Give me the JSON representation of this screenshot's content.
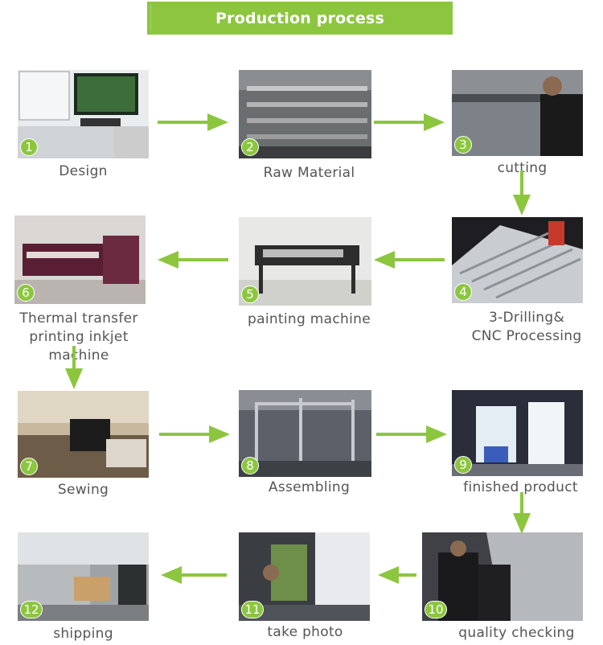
{
  "title": "Production process",
  "steps": [
    {
      "num": "1",
      "label": "Design"
    },
    {
      "num": "2",
      "label": "Raw Material"
    },
    {
      "num": "3",
      "label": "cutting"
    },
    {
      "num": "4",
      "label": "3-Drilling&\nCNC Processing"
    },
    {
      "num": "5",
      "label": "painting machine"
    },
    {
      "num": "6",
      "label": "Thermal transfer\nprinting inkjet\nmachine"
    },
    {
      "num": "7",
      "label": "Sewing"
    },
    {
      "num": "8",
      "label": "Assembling"
    },
    {
      "num": "9",
      "label": "finished product"
    },
    {
      "num": "10",
      "label": "quality checking"
    },
    {
      "num": "11",
      "label": "take photo"
    },
    {
      "num": "12",
      "label": "shipping"
    }
  ],
  "colors": {
    "accent": "#8cc63f",
    "label_text": "#555555"
  }
}
